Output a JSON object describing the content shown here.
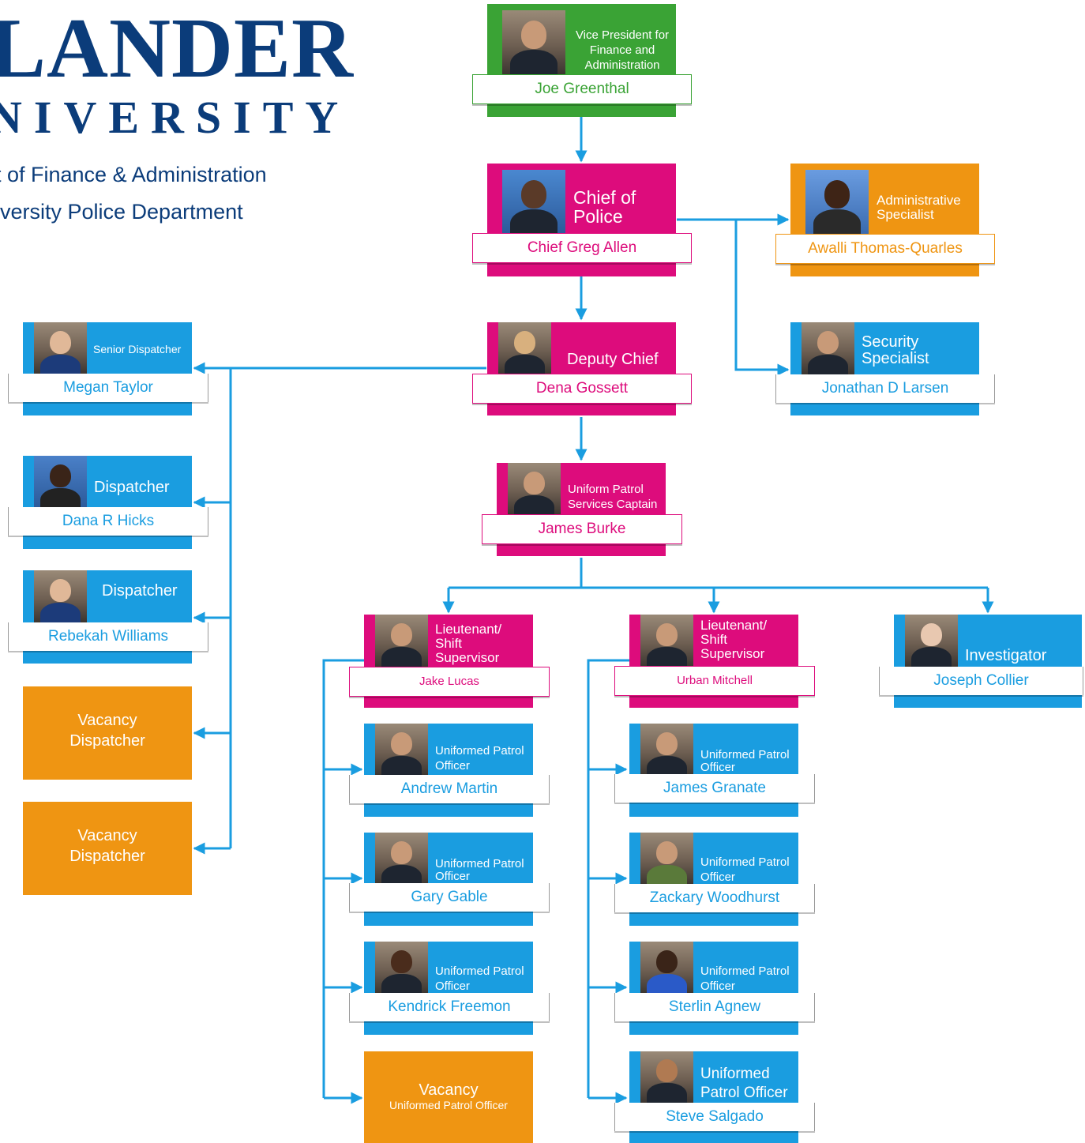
{
  "header": {
    "logo_line1": "LANDER",
    "logo_line2": "NIVERSITY",
    "dept_line1": "t  of Finance & Administration",
    "dept_line2": "iversity Police Department"
  },
  "colors": {
    "green": "#3aa335",
    "magenta": "#dd0c7c",
    "blue": "#1a9de0",
    "orange": "#ef9512",
    "logo_navy": "#0b3c7a",
    "connector": "#1a9de0"
  },
  "positions": {
    "vp": {
      "title": "Vice President for Finance and Administration",
      "name": "Joe Greenthal"
    },
    "chief": {
      "title": "Chief of Police",
      "name": "Chief Greg Allen"
    },
    "admin": {
      "title": "Administrative Specialist",
      "name": "Awalli Thomas-Quarles"
    },
    "security": {
      "title": "Security Specialist",
      "name": "Jonathan D Larsen"
    },
    "deputy": {
      "title": "Deputy Chief",
      "name": "Dena Gossett"
    },
    "senior_dispatcher": {
      "title": "Senior Dispatcher",
      "name": "Megan Taylor"
    },
    "dispatcher1": {
      "title": "Dispatcher",
      "name": "Dana R Hicks"
    },
    "dispatcher2": {
      "title": "Dispatcher",
      "name": "Rebekah Williams"
    },
    "vacancy_dispatcher1": {
      "title": "Vacancy",
      "subtitle": "Dispatcher"
    },
    "vacancy_dispatcher2": {
      "title": "Vacancy",
      "subtitle": "Dispatcher"
    },
    "captain": {
      "title": "Uniform Patrol Services Captain",
      "name": "James Burke"
    },
    "lt1": {
      "title": "Lieutenant/ Shift Supervisor",
      "name": "Jake Lucas"
    },
    "lt2": {
      "title": "Lieutenant/ Shift Supervisor",
      "name": "Urban Mitchell"
    },
    "investigator": {
      "title": "Investigator",
      "name": "Joseph Collier"
    },
    "officer1": {
      "title": "Uniformed Patrol Officer",
      "name": "Andrew Martin"
    },
    "officer2": {
      "title": "Uniformed Patrol Officer",
      "name": "Gary Gable"
    },
    "officer3": {
      "title": "Uniformed Patrol Officer",
      "name": "Kendrick Freemon"
    },
    "vacancy_officer": {
      "title": "Vacancy",
      "subtitle": "Uniformed Patrol Officer"
    },
    "officer4": {
      "title": "Uniformed Patrol Officer",
      "name": "James Granate"
    },
    "officer5": {
      "title": "Uniformed Patrol Officer",
      "name": "Zackary Woodhurst"
    },
    "officer6": {
      "title": "Uniformed Patrol Officer",
      "name": "Sterlin Agnew"
    },
    "officer7": {
      "title": "Uniformed Patrol Officer",
      "name": "Steve Salgado"
    }
  }
}
